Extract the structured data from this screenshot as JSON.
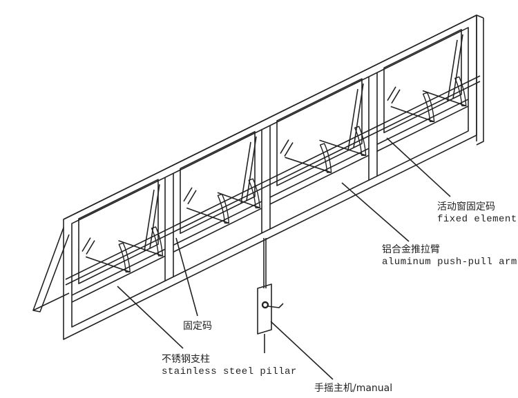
{
  "labels": {
    "fixed_element_cn": "活动窗固定码",
    "fixed_element_en": "fixed element",
    "push_pull_arm_cn": "铝合金推拉臂",
    "push_pull_arm_en": "aluminum push-pull arm",
    "fixing_code_cn": "固定码",
    "pillar_cn": "不锈钢支柱",
    "pillar_en": "stainless steel pillar",
    "manual_operator": "手摇主机/manual"
  },
  "colors": {
    "line": "#222222",
    "background": "#ffffff"
  }
}
